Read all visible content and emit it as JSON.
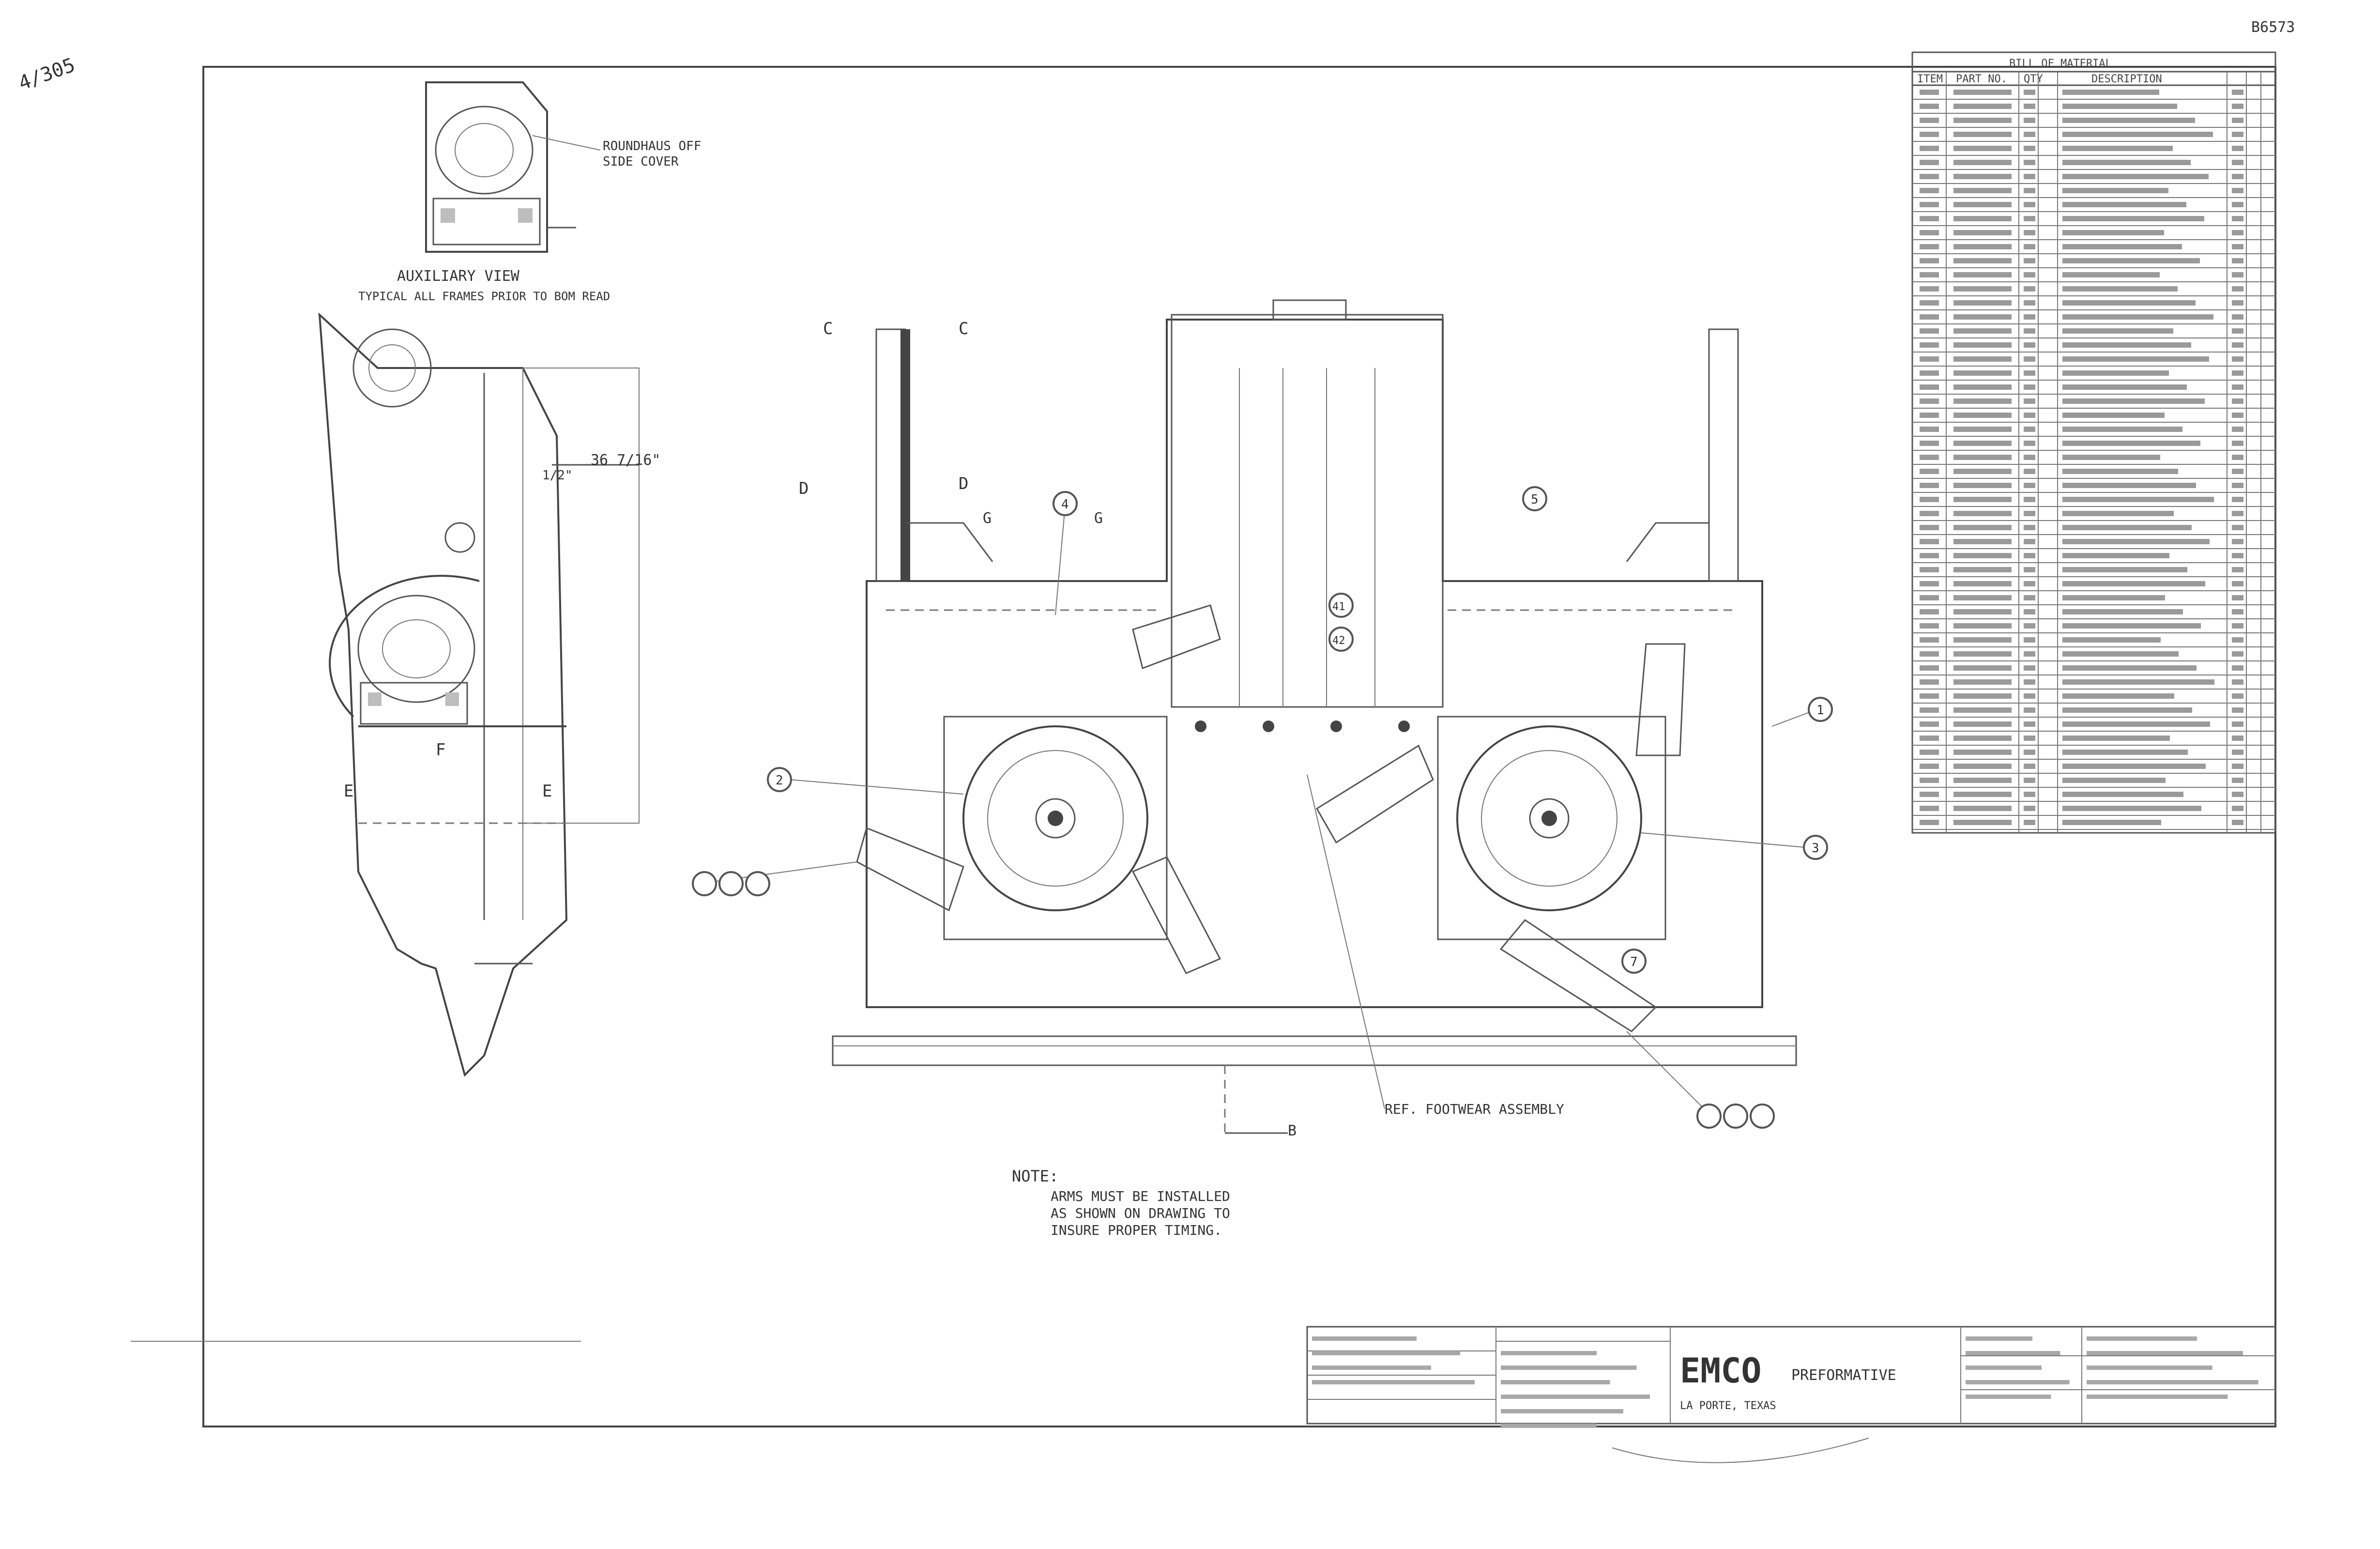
{
  "drawing": {
    "number_top": "B6573",
    "margin_note": "4/305",
    "stamp_image": "handwritten-margin-note"
  },
  "aux_view": {
    "title": "AUXILIARY VIEW",
    "subtitle": "TYPICAL ALL FRAMES PRIOR TO BOM READ",
    "callout": "ROUNDHAUS OFF",
    "callout2": "SIDE COVER"
  },
  "side_view": {
    "dim1": "36 7/16\"",
    "dim2": "1/2\"",
    "label_e": "E",
    "label_f": "F"
  },
  "plan_view": {
    "label_c": "C",
    "label_d": "D",
    "label_g": "G",
    "ref_label": "REF. FOOTWEAR ASSEMBLY",
    "b_mark": "B"
  },
  "note": {
    "heading": "NOTE:",
    "line1": "ARMS MUST BE INSTALLED",
    "line2": "AS SHOWN ON DRAWING TO",
    "line3": "INSURE PROPER TIMING."
  },
  "bom": {
    "title": "BILL OF MATERIAL",
    "headers": [
      "ITEM",
      "PART NO.",
      "QTY",
      "DESCRIPTION"
    ]
  },
  "title_block": {
    "company": "EMCO",
    "company_sub": "PREFORMATIVE",
    "city": "LA PORTE, TEXAS"
  },
  "bubbles": {
    "b1": "4",
    "b2": "5",
    "b3": "1",
    "b4": "2",
    "b5": "3",
    "b6": "41",
    "b7": "42",
    "b8": "7"
  }
}
